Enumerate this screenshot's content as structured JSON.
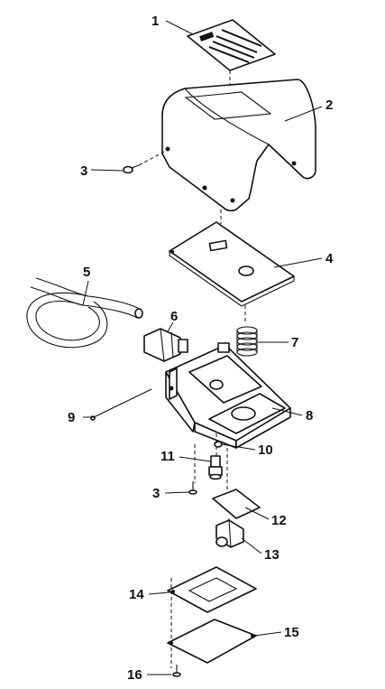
{
  "callouts": [
    {
      "id": "1",
      "label": "1"
    },
    {
      "id": "2",
      "label": "2"
    },
    {
      "id": "3a",
      "label": "3"
    },
    {
      "id": "4",
      "label": "4"
    },
    {
      "id": "5",
      "label": "5"
    },
    {
      "id": "6",
      "label": "6"
    },
    {
      "id": "7",
      "label": "7"
    },
    {
      "id": "8",
      "label": "8"
    },
    {
      "id": "9",
      "label": "9"
    },
    {
      "id": "10",
      "label": "10"
    },
    {
      "id": "11",
      "label": "11"
    },
    {
      "id": "3b",
      "label": "3"
    },
    {
      "id": "12",
      "label": "12"
    },
    {
      "id": "13",
      "label": "13"
    },
    {
      "id": "14",
      "label": "14"
    },
    {
      "id": "15",
      "label": "15"
    },
    {
      "id": "16",
      "label": "16"
    }
  ]
}
